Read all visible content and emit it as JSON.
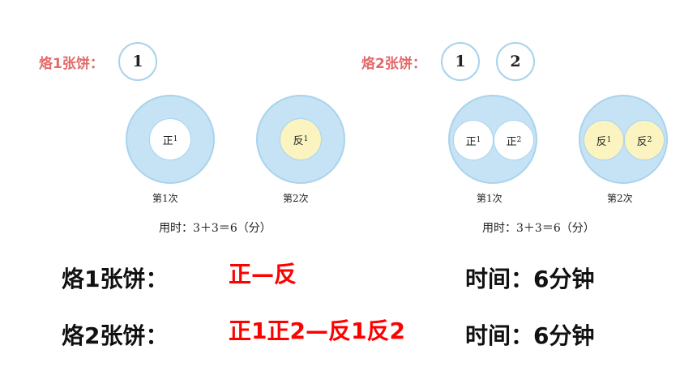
{
  "left": {
    "label": "烙1张饼：",
    "circles": [
      "1"
    ],
    "pans": [
      {
        "cakes": [
          {
            "text": "正",
            "sub": "1",
            "color": "white"
          }
        ],
        "caption": "第1次"
      },
      {
        "cakes": [
          {
            "text": "反",
            "sub": "1",
            "color": "yellow"
          }
        ],
        "caption": "第2次"
      }
    ],
    "formula": "用时：3＋3＝6（分）"
  },
  "right": {
    "label": "烙2张饼：",
    "circles": [
      "1",
      "2"
    ],
    "pans": [
      {
        "cakes": [
          {
            "text": "正",
            "sub": "1",
            "color": "white"
          },
          {
            "text": "正",
            "sub": "2",
            "color": "white"
          }
        ],
        "caption": "第1次"
      },
      {
        "cakes": [
          {
            "text": "反",
            "sub": "1",
            "color": "yellow"
          },
          {
            "text": "反",
            "sub": "2",
            "color": "yellow"
          }
        ],
        "caption": "第2次"
      }
    ],
    "formula": "用时：3＋3＝6（分）"
  },
  "summary": {
    "row1": {
      "label": "烙1张饼：",
      "sequence": "正—反",
      "time": "时间：6分钟"
    },
    "row2": {
      "label": "烙2张饼：",
      "sequence": "正1正2—反1反2",
      "time": "时间：6分钟"
    }
  },
  "colors": {
    "pan": "#c6e3f5",
    "pan_border": "#a9d3ec",
    "flipped": "#fbf4c0",
    "label_pink": "#e46a6a",
    "sequence_red": "#ff0000"
  }
}
